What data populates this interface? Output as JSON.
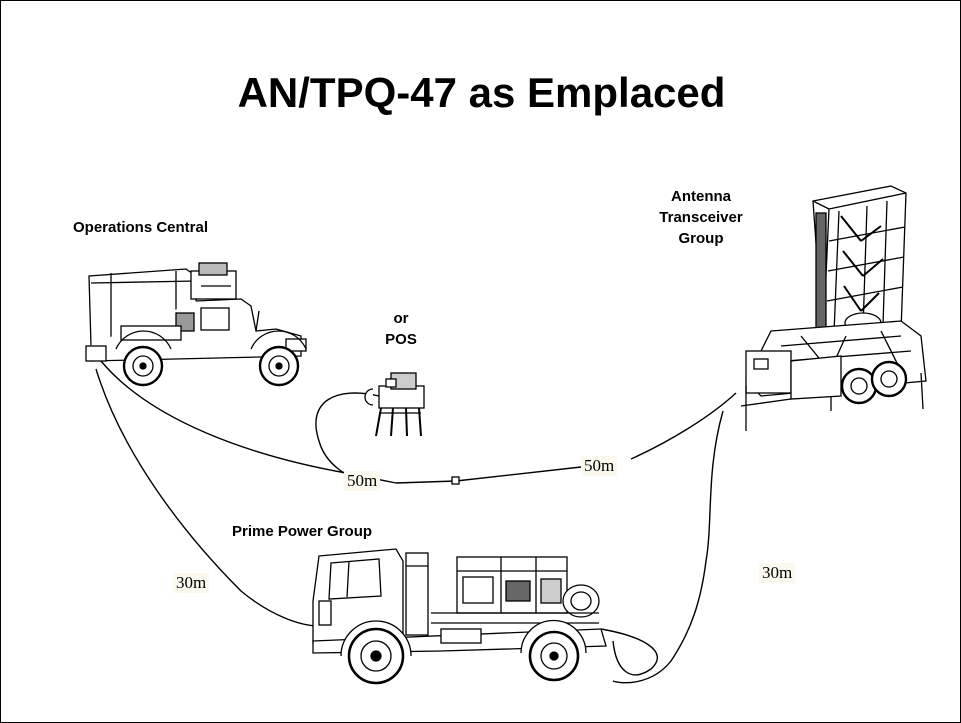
{
  "title": "AN/TPQ-47 as Emplaced",
  "labels": {
    "operations_central": "Operations Central",
    "or": "or",
    "pos": "POS",
    "antenna_line1": "Antenna",
    "antenna_line2": "Transceiver",
    "antenna_line3": "Group",
    "prime_power": "Prime Power Group"
  },
  "distances": {
    "left_50": "50m",
    "right_50": "50m",
    "left_30": "30m",
    "right_30": "30m"
  }
}
